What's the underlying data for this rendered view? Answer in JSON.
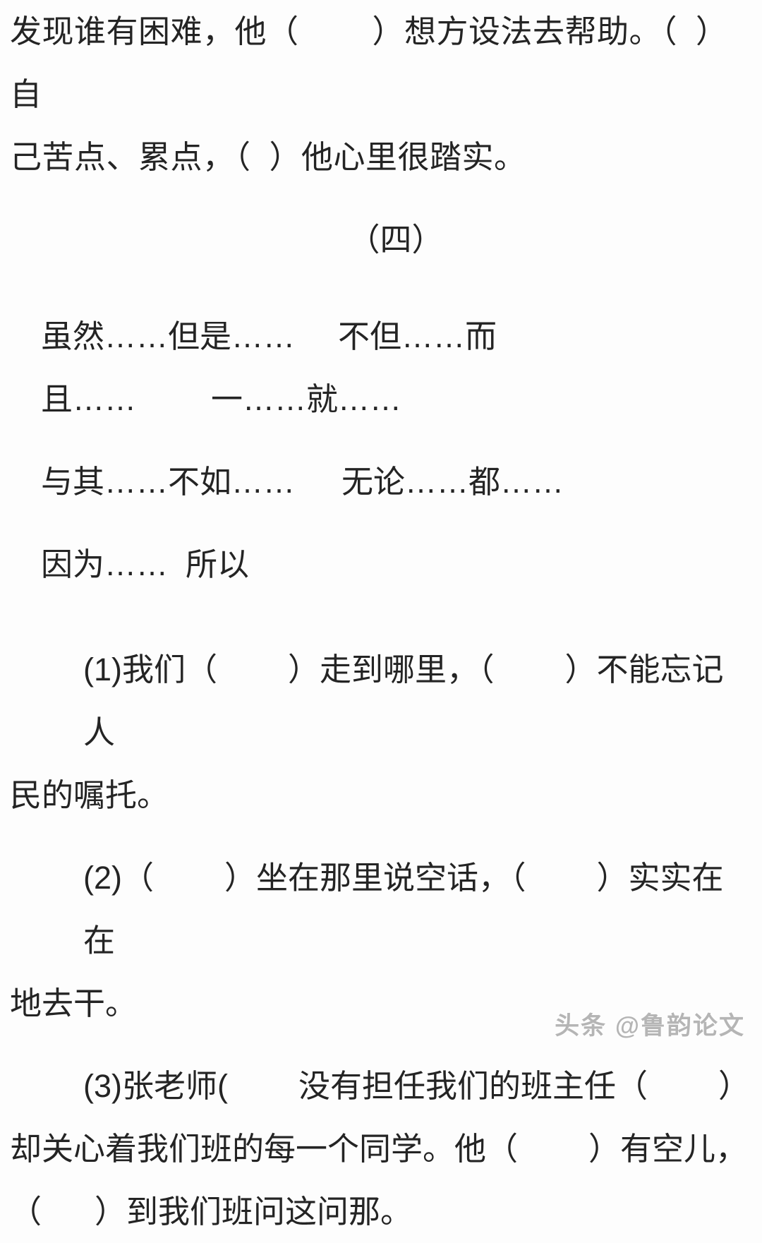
{
  "document": {
    "type": "chinese-language-worksheet",
    "background_color": "#fdfdfd",
    "text_color": "#242424"
  },
  "intro_paragraph": {
    "line1": "发现谁有困难，他（        ）想方设法去帮助。（  ）自",
    "line2": "己苦点、累点，（  ）他心里很踏实。"
  },
  "section": {
    "heading": "（四）"
  },
  "conjunction_table": {
    "rows": [
      {
        "left": "虽然……但是……",
        "right": "不但……而"
      },
      {
        "left": "且……",
        "right": "一……就……"
      },
      {
        "left": "与其……不如……",
        "right": "无论……都……"
      },
      {
        "left": "因为……  所以",
        "right": ""
      }
    ]
  },
  "exercises": [
    {
      "number": "(1)",
      "line1": "(1)我们（        ）走到哪里，（        ）不能忘记人",
      "line2": "民的嘱托。"
    },
    {
      "number": "(2)",
      "line1": "(2)（        ）坐在那里说空话，（        ）实实在在",
      "line2": "地去干。"
    },
    {
      "number": "(3)",
      "line1": "(3)张老师(        没有担任我们的班主任（        ）",
      "line2": "却关心着我们班的每一个同学。他（        ）有空儿，",
      "line3": "（      ）到我们班问这问那。"
    }
  ],
  "watermark": {
    "text": "头条 @鲁韵论文"
  }
}
